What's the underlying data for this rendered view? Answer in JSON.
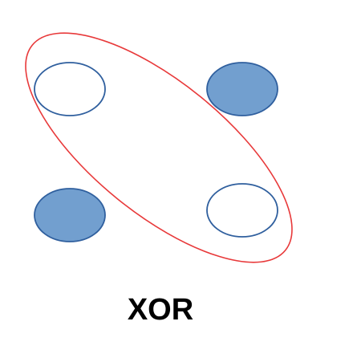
{
  "diagram": {
    "caption": "XOR",
    "colors": {
      "filled": "#729fcf",
      "outline": "#2f5f9e",
      "hollow": "#ffffff",
      "enclosure": "#e8393a",
      "text": "#000000"
    },
    "points": [
      {
        "name": "top-left",
        "filled": false
      },
      {
        "name": "top-right",
        "filled": true
      },
      {
        "name": "bottom-left",
        "filled": true
      },
      {
        "name": "bottom-right",
        "filled": false
      }
    ],
    "enclosure": {
      "groups": [
        "top-left",
        "bottom-right"
      ]
    }
  }
}
